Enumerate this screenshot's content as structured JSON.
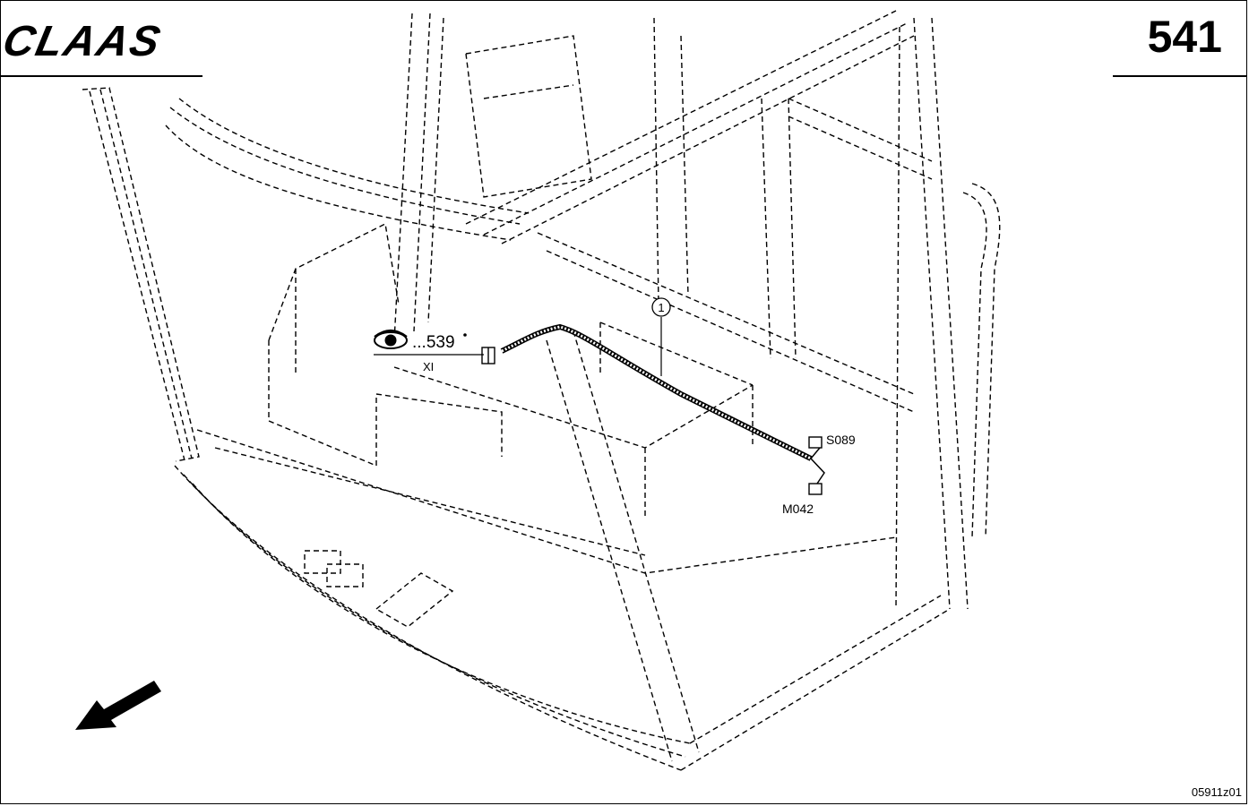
{
  "header": {
    "logo_text": "CLAAS",
    "page_number": "541"
  },
  "callouts": {
    "item_number": "1",
    "view_ref": "...539",
    "view_letter": "XI",
    "connector_s": "S089",
    "connector_m": "M042"
  },
  "footer": {
    "drawing_id": "05911z01"
  },
  "colors": {
    "ink": "#000000",
    "paper": "#ffffff"
  },
  "icons": [
    "eye-icon",
    "direction-arrow-icon"
  ]
}
